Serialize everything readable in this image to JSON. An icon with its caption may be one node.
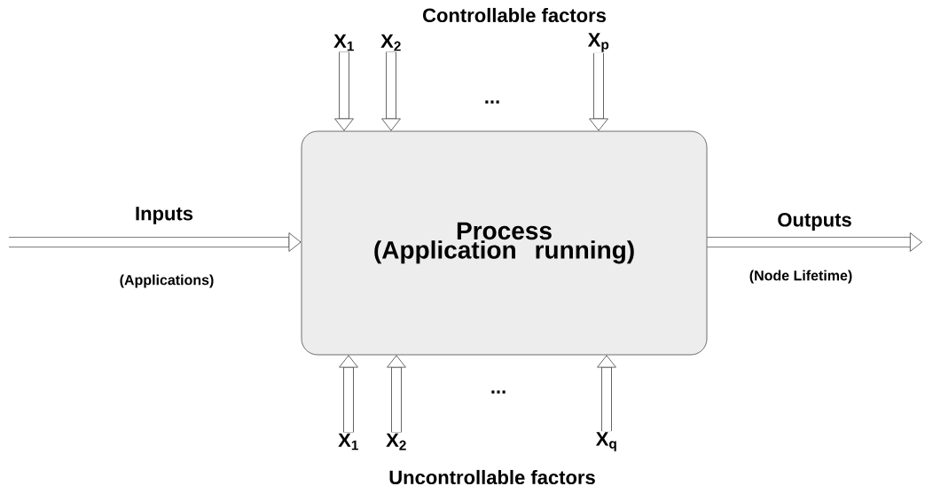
{
  "diagram": {
    "nodes": [
      {
        "text": [
          "Process",
          "(Application running)"
        ]
      },
      {
        "text": [
          "X$_{1}$"
        ]
      },
      {
        "text": [
          "X$_{2}$"
        ]
      },
      {
        "text": [
          "X$_{p}$"
        ]
      },
      {
        "text": [
          "X$_{1}$"
        ]
      },
      {
        "text": [
          "X$_{2}$"
        ]
      },
      {
        "text": [
          "X$_{q}$"
        ]
      }
    ],
    "edges": [
      {
        "from": 1,
        "to": 0,
        "arrow": "to"
      },
      {
        "from": 2,
        "to": 0,
        "arrow": "to"
      },
      {
        "from": 3,
        "to": 0,
        "arrow": "to"
      },
      {
        "from": 4,
        "to": 0,
        "arrow": "to"
      },
      {
        "from": 5,
        "to": 0,
        "arrow": "to"
      },
      {
        "from": 6,
        "to": 0,
        "arrow": "to"
      },
      {
        "from": null,
        "to": 0,
        "arrow": "to",
        "label": "Inputs"
      },
      {
        "from": 0,
        "to": null,
        "arrow": "to",
        "label": "Outputs"
      }
    ],
    "labels": [
      "Controllable factors",
      "...",
      "(Applications)",
      "(Node Lifetime)",
      "...",
      "Uncontrollable factors"
    ]
  }
}
